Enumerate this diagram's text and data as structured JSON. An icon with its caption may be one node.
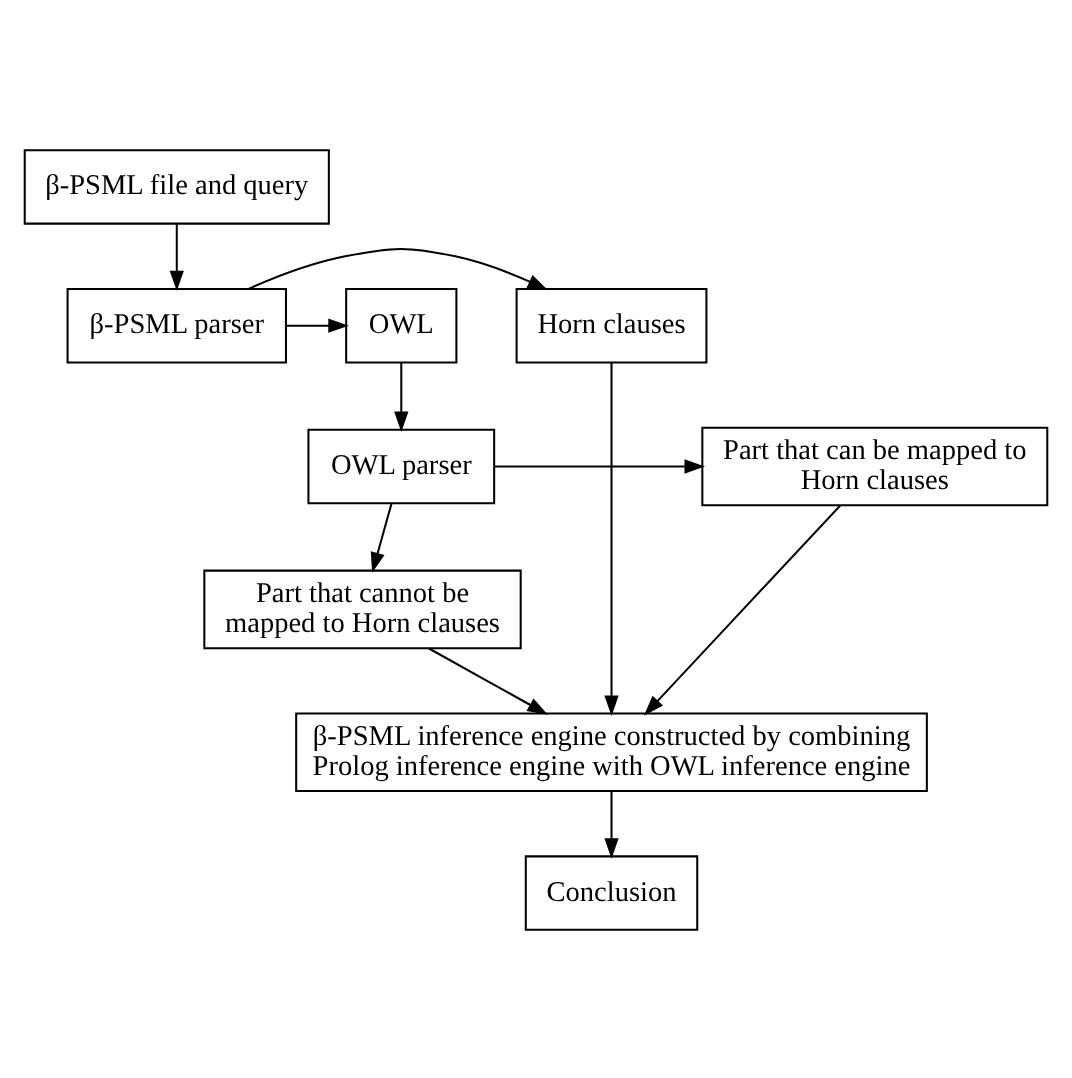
{
  "diagram": {
    "nodes": [
      {
        "text": [
          "β-PSML file and query"
        ]
      },
      {
        "text": [
          "Horn clauses"
        ]
      },
      {
        "text": [
          "β-PSML parser"
        ]
      },
      {
        "text": [
          "OWL"
        ]
      },
      {
        "text": [
          "Part that can be mapped to Horn clauses"
        ]
      },
      {
        "text": [
          "OWL parser"
        ]
      },
      {
        "text": [
          "Part that cannot be mapped to Horn clauses"
        ]
      },
      {
        "text": [
          "β-PSML inference engine constructed by combining Prolog inference engine with OWL inference engine"
        ]
      },
      {
        "text": [
          "Conclusion"
        ]
      }
    ],
    "edges": [
      {
        "from": 0,
        "to": 2,
        "arrow": "to"
      },
      {
        "from": 2,
        "to": 1,
        "arrow": "to"
      },
      {
        "from": 2,
        "to": 3,
        "arrow": "to"
      },
      {
        "from": 3,
        "to": 5,
        "arrow": "to"
      },
      {
        "from": 5,
        "to": 4,
        "arrow": "to"
      },
      {
        "from": 5,
        "to": 6,
        "arrow": "to"
      },
      {
        "from": 1,
        "to": 7,
        "arrow": "to"
      },
      {
        "from": 4,
        "to": 7,
        "arrow": "to"
      },
      {
        "from": 6,
        "to": 7,
        "arrow": "to"
      },
      {
        "from": 7,
        "to": 8,
        "arrow": "to"
      }
    ]
  }
}
